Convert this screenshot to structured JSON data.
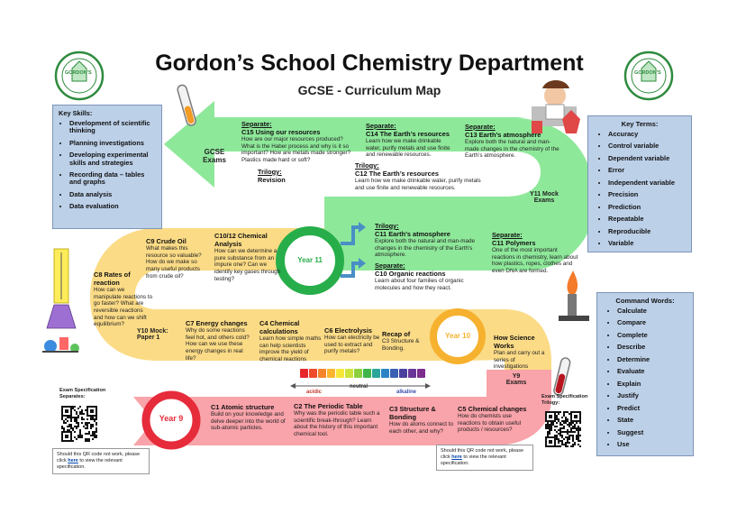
{
  "header": {
    "title": "Gordon’s School Chemistry Department",
    "subtitle": "GCSE - Curriculum Map"
  },
  "logo_text": "GORDON'S",
  "key_skills": {
    "heading": "Key Skills:",
    "items": [
      "Development of scientific thinking",
      "Planning investigations",
      "Developing experimental skills and strategies",
      "Recording data – tables and graphs",
      "Data analysis",
      "Data evaluation"
    ]
  },
  "key_terms": {
    "heading": "Key Terms:",
    "items": [
      "Accuracy",
      "Control variable",
      "Dependent variable",
      "Error",
      "Independent variable",
      "Precision",
      "Prediction",
      "Repeatable",
      "Reproducible",
      "Variable"
    ]
  },
  "command_words": {
    "heading": "Command Words:",
    "items": [
      "Calculate",
      "Compare",
      "Complete",
      "Describe",
      "Determine",
      "Evaluate",
      "Explain",
      "Justify",
      "Predict",
      "State",
      "Suggest",
      "Use"
    ]
  },
  "milestones": {
    "year9": "Year 9",
    "year10": "Year 10",
    "year11": "Year 11",
    "gcse_exams": "GCSE\nExams",
    "y11_mock": "Y11 Mock\nExams",
    "y10_mock": "Y10 Mock:\nPaper 1",
    "y9_exams": "Y9\nExams"
  },
  "topics": {
    "c15": {
      "label": "Separate:",
      "title": "C15 Using our resources",
      "desc": "How are our major resources produced? What is the Haber process and why is it so important? How are metals made stronger? Plastics made hard or soft?"
    },
    "revision": {
      "label": "Trilogy:",
      "title": "Revision"
    },
    "c14": {
      "label": "Separate:",
      "title": "C14 The Earth’s resources",
      "desc": "Learn how we make drinkable water, purify metals and use finite and renewable resources."
    },
    "c13": {
      "label": "Separate:",
      "title": "C13 Earth’s atmosphere",
      "desc": "Explore both the natural and man-made changes in the chemistry of the Earth’s atmosphere."
    },
    "c12": {
      "label": "Trilogy:",
      "title": "C12 The Earth’s resources",
      "desc": "Learn how we make drinkable water, purify metals and use finite and renewable resources."
    },
    "c11_atm": {
      "label": "Trilogy:",
      "title": "C11 Earth's atmosphere",
      "desc": "Explore both the natural and man-made changes in the chemistry of the Earth's atmosphere."
    },
    "c10": {
      "label": "Separate:",
      "title": "C10 Organic reactions",
      "desc": "Learn about four families of organic molecules and how they react."
    },
    "c11_poly": {
      "label": "Separate:",
      "title": "C11 Polymers",
      "desc": "One of the most important reactions in chemistry, learn about how plastics, ropes, clothes and even DNA are formed."
    },
    "c9": {
      "title": "C9 Crude Oil",
      "desc": "What makes this resource so valuable? How do we make so many useful products from crude oil?"
    },
    "c1012": {
      "title": "C10/12 Chemical Analysis",
      "desc": "How can we determine a pure substance from an impure one? Can we identify key gases through testing?"
    },
    "c8": {
      "title": "C8 Rates of reaction",
      "desc": "How can we manipulate reactions to go faster? What are reversible reactions and how can we shift equilibrium?"
    },
    "c7": {
      "title": "C7 Energy changes",
      "desc": "Why do some reactions feel hot, and others cold? How can we use these energy changes in real life?"
    },
    "c4": {
      "title": "C4 Chemical calculations",
      "desc": "Learn how simple maths can help scientists improve the yield of chemical reactions"
    },
    "c6": {
      "title": "C6 Electrolysis",
      "desc": "How can electricity be used to extract and purify metals?"
    },
    "recap": {
      "title": "Recap of",
      "desc": "C3 Structure & Bonding."
    },
    "hsw": {
      "title": "How Science Works",
      "desc": "Plan and carry out a series of investigations"
    },
    "c1": {
      "title": "C1 Atomic structure",
      "desc": "Build on your knowledge and delve deeper into the world of sub-atomic particles."
    },
    "c2": {
      "title": "C2 The Periodic Table",
      "desc": "Why was the periodic table such a scientific break-through? Learn about the history of this important chemical tool."
    },
    "c3": {
      "title": "C3 Structure & Bonding",
      "desc": "How do atoms connect to each other, and why?"
    },
    "c5": {
      "title": "C5 Chemical changes",
      "desc": "How do chemists use reactions to obtain useful products / resources?"
    }
  },
  "ph_scale": {
    "acidic": "acidic",
    "neutral": "neutral",
    "alkaline": "alkaline",
    "colors": [
      "#e8262a",
      "#ef4b2a",
      "#f6842a",
      "#fbb52e",
      "#f7e63a",
      "#cce33c",
      "#8ccf3f",
      "#3fb54a",
      "#2ea59a",
      "#2b83c6",
      "#3a5fb4",
      "#4b3f9e",
      "#6a3598",
      "#7d2d8e"
    ]
  },
  "spec_separates": {
    "label": "Exam Specification\nSeparates:"
  },
  "spec_trilogy": {
    "label": "Exam Specification\nTrilogy:"
  },
  "qr_note_left": {
    "before": "Should this QR code not work, please click",
    "link": "here",
    "after": "to view the relevant specification."
  },
  "qr_note_right": {
    "before": "Should this QR code not work, please click",
    "link": "here",
    "after": "to view the relevant specification."
  },
  "colors": {
    "green": "#8ee89a",
    "yellow": "#fbdb86",
    "pink": "#f9a3aa",
    "ring_red": "#e62b3b",
    "ring_green": "#27ae4a",
    "ring_orange": "#f6b12f",
    "panel": "#bcd0e8"
  }
}
